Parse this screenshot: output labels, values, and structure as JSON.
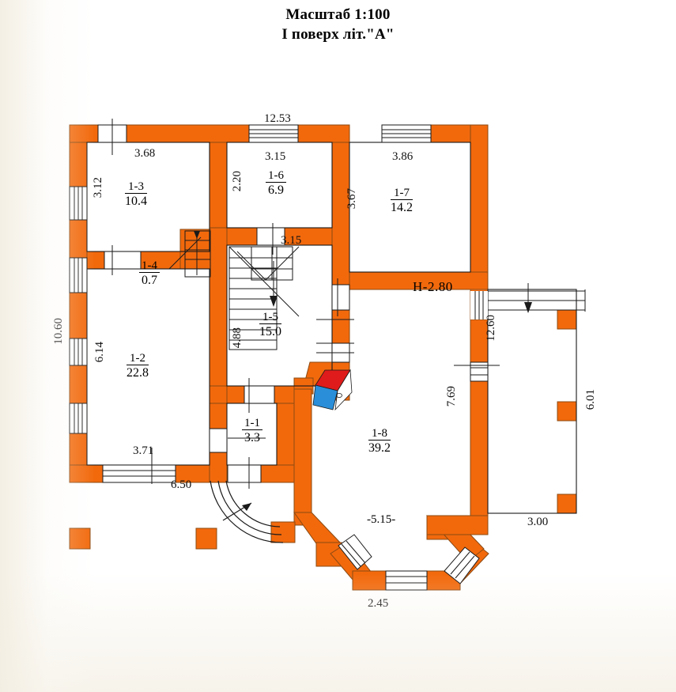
{
  "title": {
    "line1": "Масштаб 1:100",
    "line2": "I поверх літ.\"А\""
  },
  "colors": {
    "wall": "#F2690C",
    "wall_outline": "#6B3A10",
    "line": "#000000",
    "paper": "#FFFFFF",
    "accent_red": "#E01B1B",
    "accent_blue": "#2A8ED8"
  },
  "rooms": [
    {
      "id": "1-3",
      "number": "1-3",
      "area": "10.4",
      "width": "3.68",
      "height": "3.12"
    },
    {
      "id": "1-6",
      "number": "1-6",
      "area": "6.9",
      "width": "3.15",
      "height": "2.20"
    },
    {
      "id": "1-7",
      "number": "1-7",
      "area": "14.2",
      "width": "3.86",
      "height": "3.67"
    },
    {
      "id": "1-4",
      "number": "1-4",
      "area": "0.7",
      "width": "",
      "height": ""
    },
    {
      "id": "1-5",
      "number": "1-5",
      "area": "15.0",
      "width": "3.15",
      "height": "4.88"
    },
    {
      "id": "1-2",
      "number": "1-2",
      "area": "22.8",
      "width": "3.71",
      "height": "6.14"
    },
    {
      "id": "1-1",
      "number": "1-1",
      "area": "3.3",
      "width": "",
      "height": ""
    },
    {
      "id": "1-8",
      "number": "1-8",
      "area": "39.2",
      "width": "",
      "height": "7.69"
    }
  ],
  "dimensions": {
    "top_overall": "12.53",
    "room13_width": "3.68",
    "room13_height": "3.12",
    "room16_width": "3.15",
    "room16_height": "2.20",
    "room17_width": "3.86",
    "room17_height": "3.67",
    "stair_width": "3.15",
    "stair_height": "4.88",
    "left_overall": "10.60",
    "room12_height": "6.14",
    "room12_width": "3.71",
    "bottom_left": "6.50",
    "room18_height": "7.69",
    "right_inner": "12.60",
    "terrace_height": "6.01",
    "terrace_width": "3.00",
    "bay_bottom": "2.45"
  },
  "markers": {
    "ceiling_height": "H-2.80",
    "floor_level": "-5.15-"
  }
}
